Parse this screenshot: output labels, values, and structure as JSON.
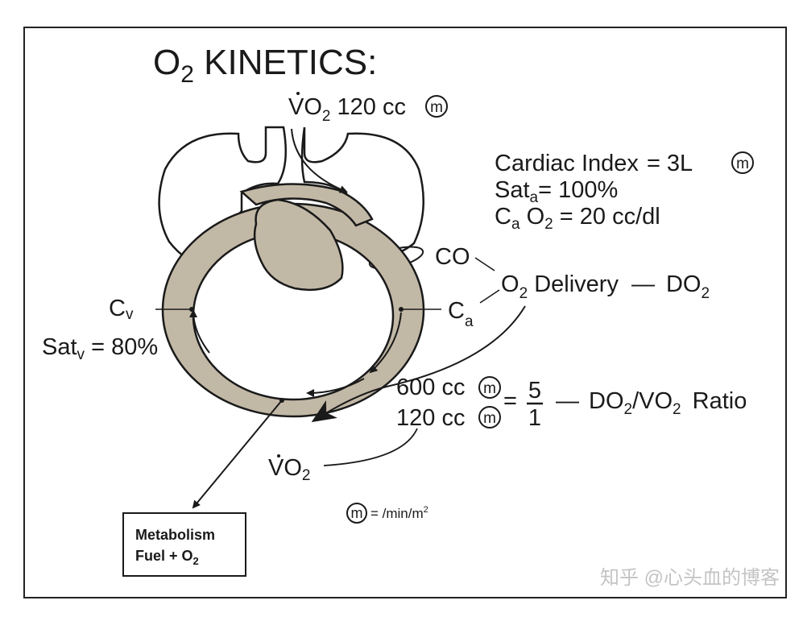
{
  "title": {
    "main": "O",
    "sub": "2",
    "rest": " KINETICS:"
  },
  "vo2_top": {
    "main": "VO",
    "sub": "2",
    "value": " 120 cc",
    "unit_symbol": "m"
  },
  "cardiac_index": {
    "label": "Cardiac Index",
    "eq": "=",
    "value": "3L",
    "unit_symbol": "m"
  },
  "sat_a": {
    "main": "Sat",
    "sub": "a",
    "rest": "= 100%"
  },
  "cao2": {
    "c": "C",
    "csub": "a",
    "o": " O",
    "osub": "2",
    "rest": " = 20 cc/dl"
  },
  "co_label": "CO",
  "o2_delivery": {
    "o": "O",
    "osub": "2",
    "rest": " Delivery",
    "dash": "—",
    "do": "DO",
    "dosub": "2"
  },
  "cv": {
    "main": "C",
    "sub": "v"
  },
  "ca": {
    "main": "C",
    "sub": "a"
  },
  "sat_v": {
    "main": "Sat",
    "sub": "v",
    "rest": " = 80%"
  },
  "ratio": {
    "num": "600 cc",
    "den": "120 cc",
    "unit_symbol": "m",
    "eq": "=",
    "frac_num": "5",
    "frac_den": "1",
    "dash": "—",
    "label_a": "DO",
    "sub_a": "2",
    "slash": "/VO",
    "sub_b": "2",
    "label_end": " Ratio"
  },
  "vo2_bottom": {
    "main": "VO",
    "sub": "2"
  },
  "legend": {
    "symbol": "m",
    "text": "= /min/m",
    "sup": "2"
  },
  "metabolism_box": {
    "line1": "Metabolism",
    "line2": "Fuel + O",
    "line2_sub": "2"
  },
  "watermark": "知乎 @心头血的博客",
  "colors": {
    "ring_fill": "#c2b8a6",
    "ink": "#1a1a1a",
    "frame": "#222222",
    "watermark": "#c4c4c4"
  }
}
